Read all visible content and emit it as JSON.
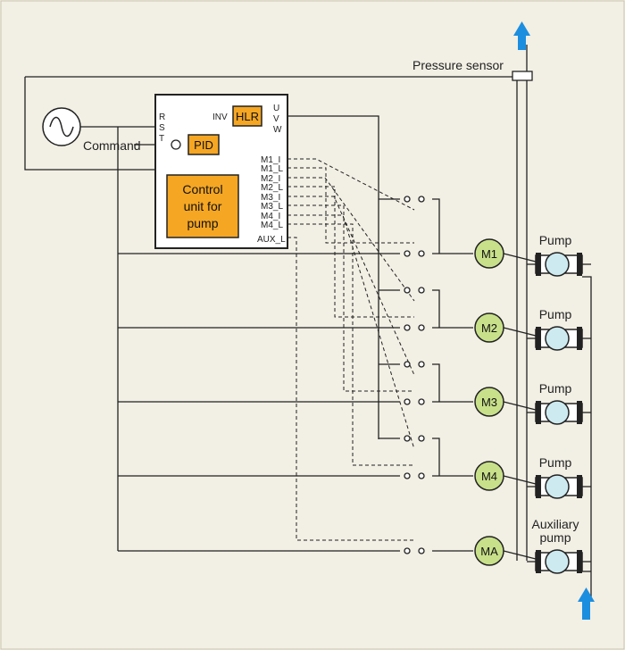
{
  "labels": {
    "pressure_sensor": "Pressure sensor",
    "command": "Command",
    "rst": [
      "R",
      "S",
      "T"
    ],
    "inv": "INV",
    "uvw": [
      "U",
      "V",
      "W"
    ],
    "hlr": "HLR",
    "pid": "PID",
    "control_unit": [
      "Control",
      "unit for",
      "pump"
    ],
    "relay_signals": [
      "M1_I",
      "M1_L",
      "M2_I",
      "M2_L",
      "M3_I",
      "M3_L",
      "M4_I",
      "M4_L"
    ],
    "aux_signal": "AUX_L"
  },
  "motors": [
    {
      "id": "m1",
      "label": "M1",
      "pump_label": [
        "Pump"
      ]
    },
    {
      "id": "m2",
      "label": "M2",
      "pump_label": [
        "Pump"
      ]
    },
    {
      "id": "m3",
      "label": "M3",
      "pump_label": [
        "Pump"
      ]
    },
    {
      "id": "m4",
      "label": "M4",
      "pump_label": [
        "Pump"
      ]
    },
    {
      "id": "ma",
      "label": "MA",
      "pump_label": [
        "Auxiliary",
        "pump"
      ]
    }
  ],
  "colors": {
    "background": "#f2efe4",
    "orange_block": "#f5a623",
    "motor_fill": "#c8e08a",
    "pump_fill": "#cdeaf0",
    "arrow_blue": "#1b8ee0",
    "line": "#222222"
  }
}
